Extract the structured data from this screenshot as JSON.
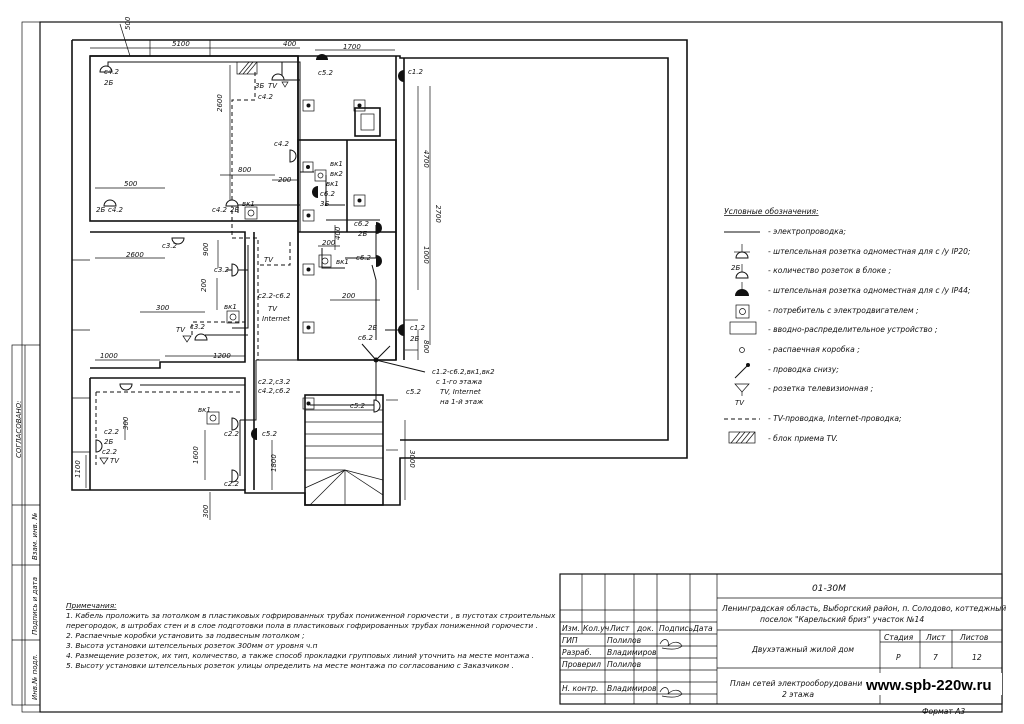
{
  "title_block": {
    "code": "01-30М",
    "address_line1": "Ленинградская область, Выборгский район, п. Солодово, коттеджный",
    "address_line2": "поселок \"Карельский бриз\" участок №14",
    "object": "Двухэтажный жилой дом",
    "sheet_title_line1": "План сетей электрооборудования",
    "sheet_title_line2": "2 этажа",
    "stage_label": "Стадия",
    "stage_value": "Р",
    "sheet_label": "Лист",
    "sheet_value": "7",
    "sheets_label": "Листов",
    "sheets_value": "12",
    "format": "Формат А3",
    "header_cols": [
      "Изм.",
      "Кол.уч",
      "Лист",
      "док.",
      "Подпись",
      "Дата"
    ],
    "roles": [
      {
        "role": "ГИП",
        "name": "Полилов"
      },
      {
        "role": "Разраб.",
        "name": "Владимиров"
      },
      {
        "role": "Проверил",
        "name": "Полилов"
      },
      {
        "role": "Н. контр.",
        "name": "Владимиров"
      }
    ]
  },
  "watermark": "www.spb-220w.ru",
  "left_strip": {
    "agreed": "СОГЛАСОВАНО:",
    "fields": [
      "Взам. инв. №",
      "Подпись и дата",
      "Инв.№ подл."
    ]
  },
  "notes": {
    "heading": "Примечания:",
    "lines": [
      "1. Кабель проложить за потолком в пластиковых гофрированных трубах пониженной горючести , в пустотах строительных",
      "перегородок, в штробах стен и в слое подготовки пола в пластиковых гофрированных трубах пониженной горючести .",
      "2. Распаечные коробки установить за подвесным потолком ;",
      "3. Высота установки штепсельных розеток 300мм от уровня ч.п",
      "4. Размещение розеток, их тип, количество, а также способ прокладки групповых линий уточнить на месте монтажа .",
      "5. Высоту установки штепсельных розеток улицы определить на месте монтажа по согласованию с Заказчиком ."
    ]
  },
  "legend": {
    "heading": "Условные обозначения:",
    "items": [
      {
        "icon": "wire-line-icon",
        "text": "- электропроводка;"
      },
      {
        "icon": "socket-ip20-icon",
        "text": "- штепсельная розетка одноместная для с /у IP20;"
      },
      {
        "icon": "socket-block-icon",
        "text": "- количество розеток в блоке ;",
        "tag": "2Б"
      },
      {
        "icon": "socket-ip44-icon",
        "text": "- штепсельная розетка одноместная для с /у IP44;"
      },
      {
        "icon": "motor-consumer-icon",
        "text": "- потребитель с электродвигателем ;"
      },
      {
        "icon": "distribution-board-icon",
        "text": "- вводно-распределительное устройство ;"
      },
      {
        "icon": "junction-box-icon",
        "text": "- распаечная коробка ;"
      },
      {
        "icon": "wiring-from-below-icon",
        "text": "- проводка снизу;"
      },
      {
        "icon": "tv-socket-icon",
        "text": "- розетка телевизионная ;",
        "tag": "TV"
      },
      {
        "icon": "dashed-line-icon",
        "text": "- TV-проводка, Internet-проводка;"
      },
      {
        "icon": "tv-receiver-block-icon",
        "text": "- блок приема TV."
      }
    ]
  },
  "dimensions": {
    "top": [
      "5100",
      "400",
      "1700"
    ],
    "left_500": "500",
    "room1": [
      "2600",
      "500",
      "800",
      "200"
    ],
    "room2": [
      "2600",
      "900",
      "200",
      "300",
      "1000",
      "1200"
    ],
    "room3": [
      "300",
      "1600",
      "1100",
      "300",
      "1800"
    ],
    "hall": [
      "200",
      "400",
      "200",
      "200"
    ],
    "right": [
      "4700",
      "2700",
      "1000",
      "800",
      "3000"
    ]
  },
  "plan_labels": {
    "c42": "c4.2",
    "c52": "c5.2",
    "c12": "c1.2",
    "c62": "c6.2",
    "c32": "c3.2",
    "c22": "c2.2",
    "tag2b": "2Б",
    "tag3b": "3Б",
    "tv": "TV",
    "internet": "Internet",
    "vk1": "вк1",
    "vk2": "вк2",
    "group_a": "c2.2-c6.2",
    "group_b": "c2.2,c3.2",
    "group_c": "c4.2,c6.2",
    "riser_line1": "c1.2-c6.2,вк1,вк2",
    "riser_line2": "с 1-го этажа",
    "riser_line3": "TV, Internet",
    "riser_line4": "на 1-й этаж"
  }
}
